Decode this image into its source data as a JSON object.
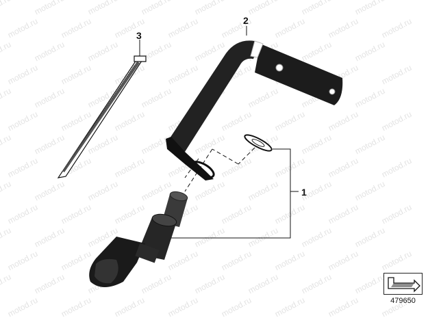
{
  "diagram": {
    "watermark_text": "motod.ru",
    "callouts": [
      {
        "id": "callout-1",
        "label": "1"
      },
      {
        "id": "callout-2",
        "label": "2"
      },
      {
        "id": "callout-3",
        "label": "3"
      }
    ],
    "reference_number": "479650",
    "colors": {
      "part_dark": "#1f1f1f",
      "part_mid": "#444444",
      "line": "#111111",
      "watermark": "#e3e3e3"
    }
  }
}
